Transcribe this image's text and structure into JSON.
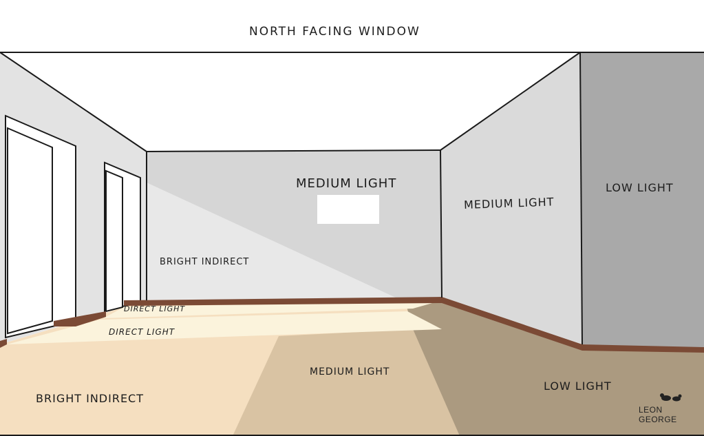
{
  "title": "NORTH  FACING  WINDOW",
  "labels": {
    "back_wall_medium": "MEDIUM  LIGHT",
    "back_wall_bright": "BRIGHT  INDIRECT",
    "right_wall_medium": "MEDIUM LIGHT",
    "far_right_low": "LOW  LIGHT",
    "floor_direct_1": "DIRECT LIGHT",
    "floor_direct_2": "DIRECT  LIGHT",
    "floor_medium": "MEDIUM  LIGHT",
    "floor_low": "LOW  LIGHT",
    "floor_bright": "BRIGHT  INDIRECT"
  },
  "logo": "LEON GEORGE",
  "colors": {
    "ceiling": "#ffffff",
    "back_wall": "#d6d6d6",
    "back_wall_bright": "#e8e8e8",
    "left_wall": "#e3e3e3",
    "right_wall": "#dadada",
    "far_right_wall": "#a9a9a9",
    "floor_bright": "#f5dfc0",
    "floor_medium": "#d9c3a3",
    "floor_low": "#ab9a80",
    "floor_direct": "#fbf3dc",
    "skirting": "#7b4a35"
  }
}
